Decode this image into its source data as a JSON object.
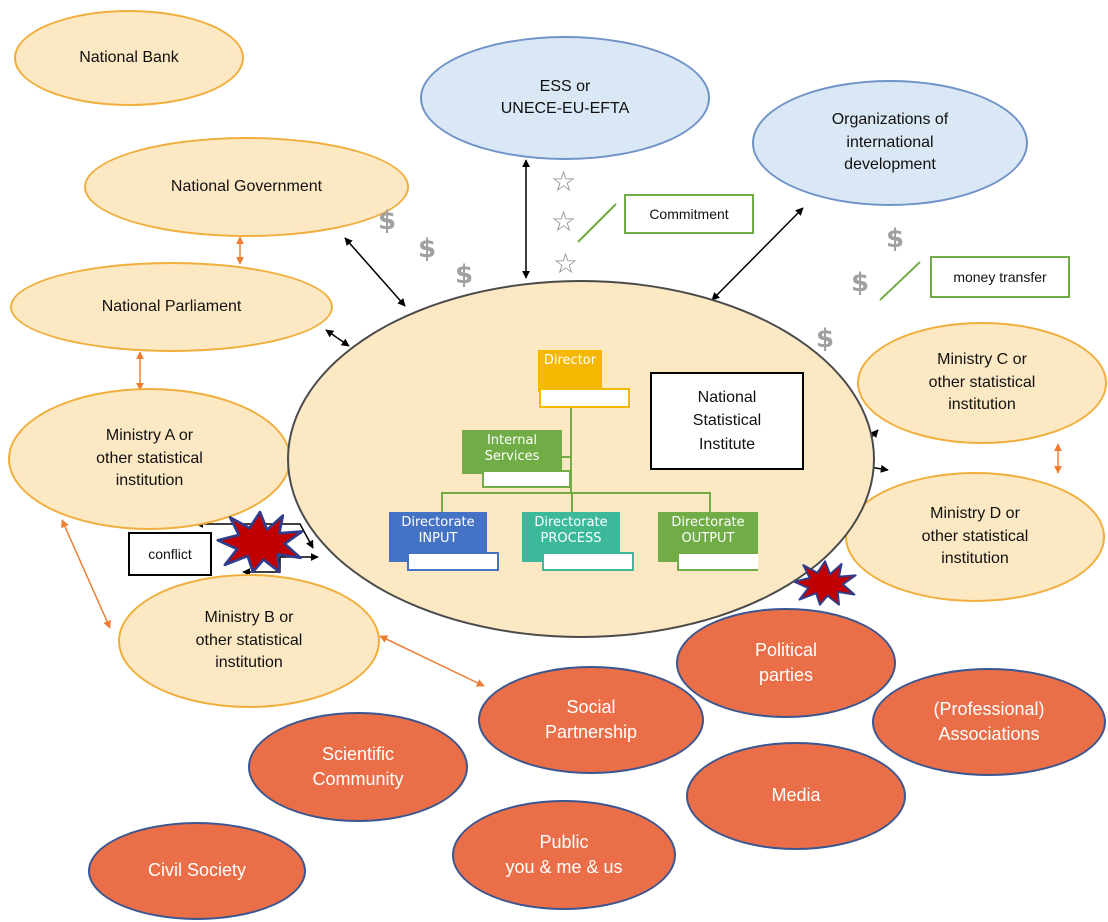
{
  "nodes": {
    "national_bank": "National Bank",
    "national_government": "National Government",
    "national_parliament": "National Parliament",
    "ess": "ESS or\nUNECE-EU-EFTA",
    "org_intl_dev": "Organizations of\ninternational\ndevelopment",
    "ministry_a": "Ministry A or\nother statistical\ninstitution",
    "ministry_b": "Ministry B or\nother statistical\ninstitution",
    "ministry_c": "Ministry C or\nother statistical\ninstitution",
    "ministry_d": "Ministry D or\nother statistical\ninstitution",
    "political_parties": "Political\nparties",
    "professional_associations": "(Professional)\nAssociations",
    "social_partnership": "Social\nPartnership",
    "scientific_community": "Scientific\nCommunity",
    "media": "Media",
    "public": "Public\nyou & me & us",
    "civil_society": "Civil Society"
  },
  "nsi_label": "National\nStatistical\nInstitute",
  "org_chart": {
    "director": "Director",
    "internal_services": "Internal\nServices",
    "input": "Directorate\nINPUT",
    "process": "Directorate\nPROCESS",
    "output": "Directorate\nOUTPUT"
  },
  "legend": {
    "commitment": "Commitment",
    "money_transfer": "money transfer",
    "conflict": "conflict"
  },
  "symbols": {
    "dollar": "$",
    "star": "☆"
  },
  "colors": {
    "peach_fill": "#fce8c3",
    "peach_border": "#f0ae3c",
    "blue_fill": "#dae7f5",
    "orange_fill": "#ea6e47",
    "director": "#f5b800",
    "green": "#70ad47",
    "input_blue": "#4472c4",
    "process_teal": "#3cb89a",
    "relation_orange": "#ed7d31",
    "conflict_red": "#c00000"
  }
}
